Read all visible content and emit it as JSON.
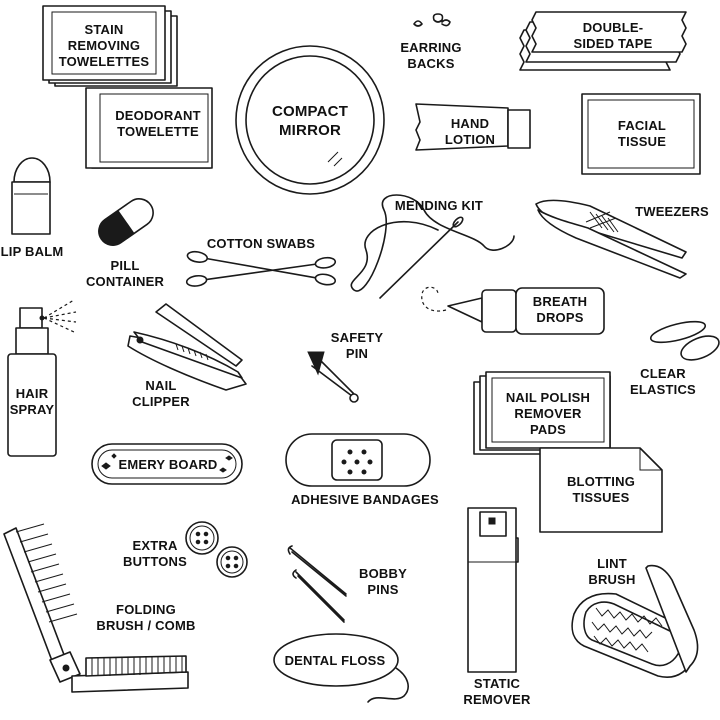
{
  "items": {
    "stain_towelettes": [
      "STAIN",
      "REMOVING",
      "TOWELETTES"
    ],
    "deodorant_towelette": [
      "DEODORANT",
      "TOWELETTE"
    ],
    "compact_mirror": [
      "COMPACT",
      "MIRROR"
    ],
    "earring_backs": [
      "EARRING",
      "BACKS"
    ],
    "double_sided_tape": [
      "DOUBLE-",
      "SIDED TAPE"
    ],
    "hand_lotion": [
      "HAND",
      "LOTION"
    ],
    "facial_tissue": [
      "FACIAL",
      "TISSUE"
    ],
    "lip_balm": [
      "LIP BALM"
    ],
    "pill_container": [
      "PILL",
      "CONTAINER"
    ],
    "cotton_swabs": [
      "COTTON SWABS"
    ],
    "mending_kit": [
      "MENDING KIT"
    ],
    "tweezers": [
      "TWEEZERS"
    ],
    "breath_drops": [
      "BREATH",
      "DROPS"
    ],
    "hair_spray": [
      "HAIR",
      "SPRAY"
    ],
    "nail_clipper": [
      "NAIL",
      "CLIPPER"
    ],
    "safety_pin": [
      "SAFETY",
      "PIN"
    ],
    "clear_elastics": [
      "CLEAR",
      "ELASTICS"
    ],
    "nail_polish_pads": [
      "NAIL POLISH",
      "REMOVER",
      "PADS"
    ],
    "emery_board": [
      "EMERY BOARD"
    ],
    "adhesive_bandages": [
      "ADHESIVE BANDAGES"
    ],
    "blotting_tissues": [
      "BLOTTING",
      "TISSUES"
    ],
    "extra_buttons": [
      "EXTRA",
      "BUTTONS"
    ],
    "bobby_pins": [
      "BOBBY",
      "PINS"
    ],
    "folding_brush": [
      "FOLDING",
      "BRUSH / COMB"
    ],
    "lint_brush": [
      "LINT",
      "BRUSH"
    ],
    "dental_floss": [
      "DENTAL FLOSS"
    ],
    "static_remover": [
      "STATIC",
      "REMOVER"
    ]
  },
  "colors": {
    "ink": "#1a1a1a",
    "background": "#ffffff"
  }
}
